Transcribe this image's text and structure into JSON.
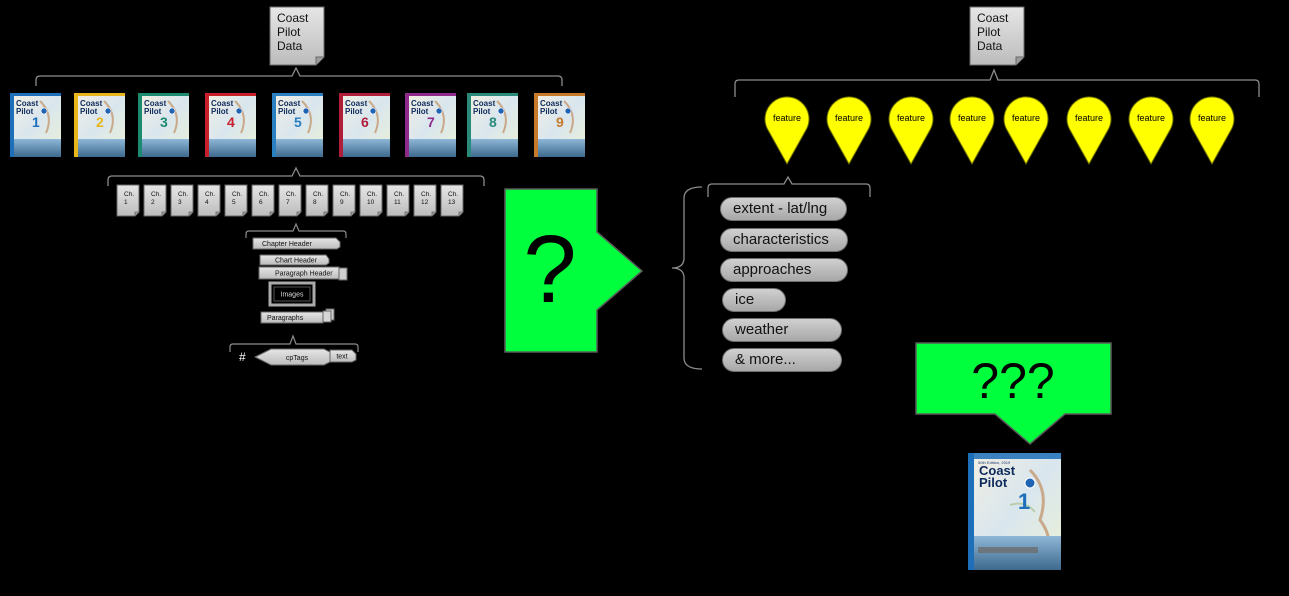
{
  "source_data_label": [
    "Coast",
    "Pilot",
    "Data"
  ],
  "volumes": [
    {
      "number": "1",
      "color": "#1c6fb8"
    },
    {
      "number": "2",
      "color": "#e8b51a"
    },
    {
      "number": "3",
      "color": "#1c8a6e"
    },
    {
      "number": "4",
      "color": "#c8202a"
    },
    {
      "number": "5",
      "color": "#2a7fc0"
    },
    {
      "number": "6",
      "color": "#b01e3a"
    },
    {
      "number": "7",
      "color": "#8e2a8a"
    },
    {
      "number": "8",
      "color": "#2a8a7a"
    },
    {
      "number": "9",
      "color": "#c77a2a"
    }
  ],
  "cover_title": [
    "Coast",
    "Pilot"
  ],
  "chapter_prefix": "Ch.",
  "chapters": [
    "1",
    "2",
    "3",
    "4",
    "5",
    "6",
    "7",
    "8",
    "9",
    "10",
    "11",
    "12",
    "13"
  ],
  "structure": {
    "chapter_header": "Chapter Header",
    "chart_header": "Chart Header",
    "paragraph_header": "Paragraph Header",
    "images": "Images",
    "paragraphs": "Paragraphs",
    "hash": "#",
    "cptags": "cpTags",
    "text": "text"
  },
  "question_mark": "?",
  "feature_label": "feature",
  "feature_count": 8,
  "attributes": [
    "extent - lat/lng",
    "characteristics",
    "approaches",
    "ice",
    "weather",
    "& more..."
  ],
  "triple_question": "???",
  "result_cover": {
    "edition": "50th Edition, 2019",
    "title": [
      "Coast",
      "Pilot"
    ],
    "number": "1"
  },
  "colors": {
    "arrow_green": "#00ff3c",
    "pin_yellow": "#ffff00",
    "line_gray": "#8c8c8c"
  }
}
